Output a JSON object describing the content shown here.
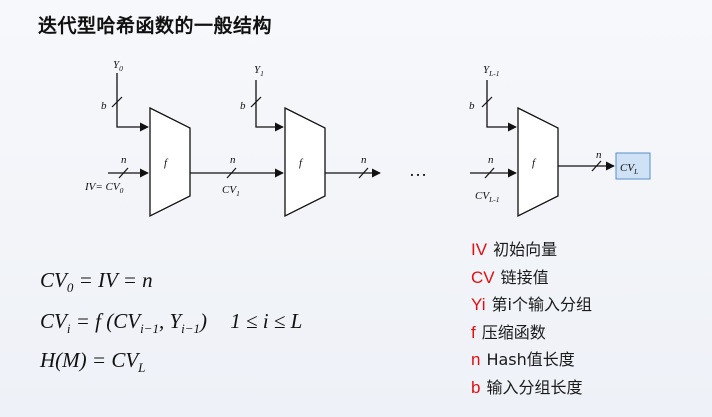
{
  "title": "迭代型哈希函数的一般结构",
  "diagram": {
    "stage_labels": [
      "Y",
      "Y",
      "Y"
    ],
    "stage_subs": [
      "0",
      "1",
      "L-1"
    ],
    "b_label": "b",
    "n_label": "n",
    "f_label": "f",
    "iv_label": "IV= CV",
    "iv_sub": "0",
    "cv_label": "CV",
    "cv1_sub": "1",
    "cvl1_sub": "L-1",
    "cvl_sub": "L",
    "ellipsis": "…"
  },
  "formulas": {
    "f1": {
      "a": "CV",
      "a_sub": "0",
      "b": " = IV = n"
    },
    "f2": {
      "a": "CV",
      "a_sub": "i",
      "b": " = f (CV",
      "b_sub": "i−1",
      "c": ", Y",
      "c_sub": "i−1",
      "d": ")",
      "cond": "1 ≤ i ≤ L"
    },
    "f3": {
      "a": "H(M) = CV",
      "a_sub": "L"
    }
  },
  "legend": [
    {
      "key": "IV",
      "desc": "初始向量"
    },
    {
      "key": "CV",
      "desc": "链接值"
    },
    {
      "key": "Yi",
      "desc": "第i个输入分组"
    },
    {
      "key": "f",
      "desc": "压缩函数"
    },
    {
      "key": "n",
      "desc": "Hash值长度"
    },
    {
      "key": "b",
      "desc": "输入分组长度"
    }
  ],
  "colors": {
    "legend_key": "#e10f0f",
    "output_box": "#cfe1f5",
    "output_border": "#5b8ec7"
  }
}
